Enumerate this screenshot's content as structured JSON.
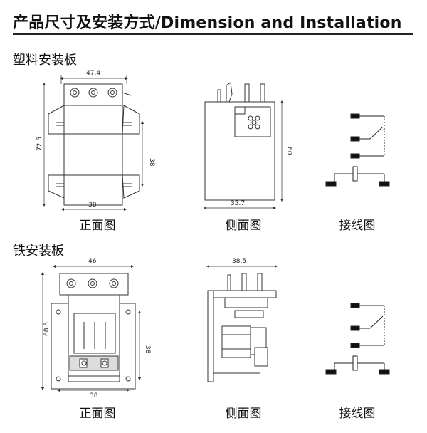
{
  "header": {
    "title": "产品尺寸及安装方式/Dimension and  Installation"
  },
  "sections": [
    {
      "label": "塑料安装板",
      "front": {
        "caption": "正面图",
        "width": "47.4",
        "height": "72.5",
        "hole_pitch": "38",
        "bottom_pitch": "38"
      },
      "side": {
        "caption": "侧面图",
        "height": "60",
        "width": "35.7"
      },
      "wiring": {
        "caption": "接线图"
      }
    },
    {
      "label": "铁安装板",
      "front": {
        "caption": "正面图",
        "width": "46",
        "height": "68.5",
        "hole_pitch": "38",
        "bottom_pitch": "38"
      },
      "side": {
        "caption": "侧面图",
        "width": "38.5"
      },
      "wiring": {
        "caption": "接线图"
      }
    }
  ]
}
